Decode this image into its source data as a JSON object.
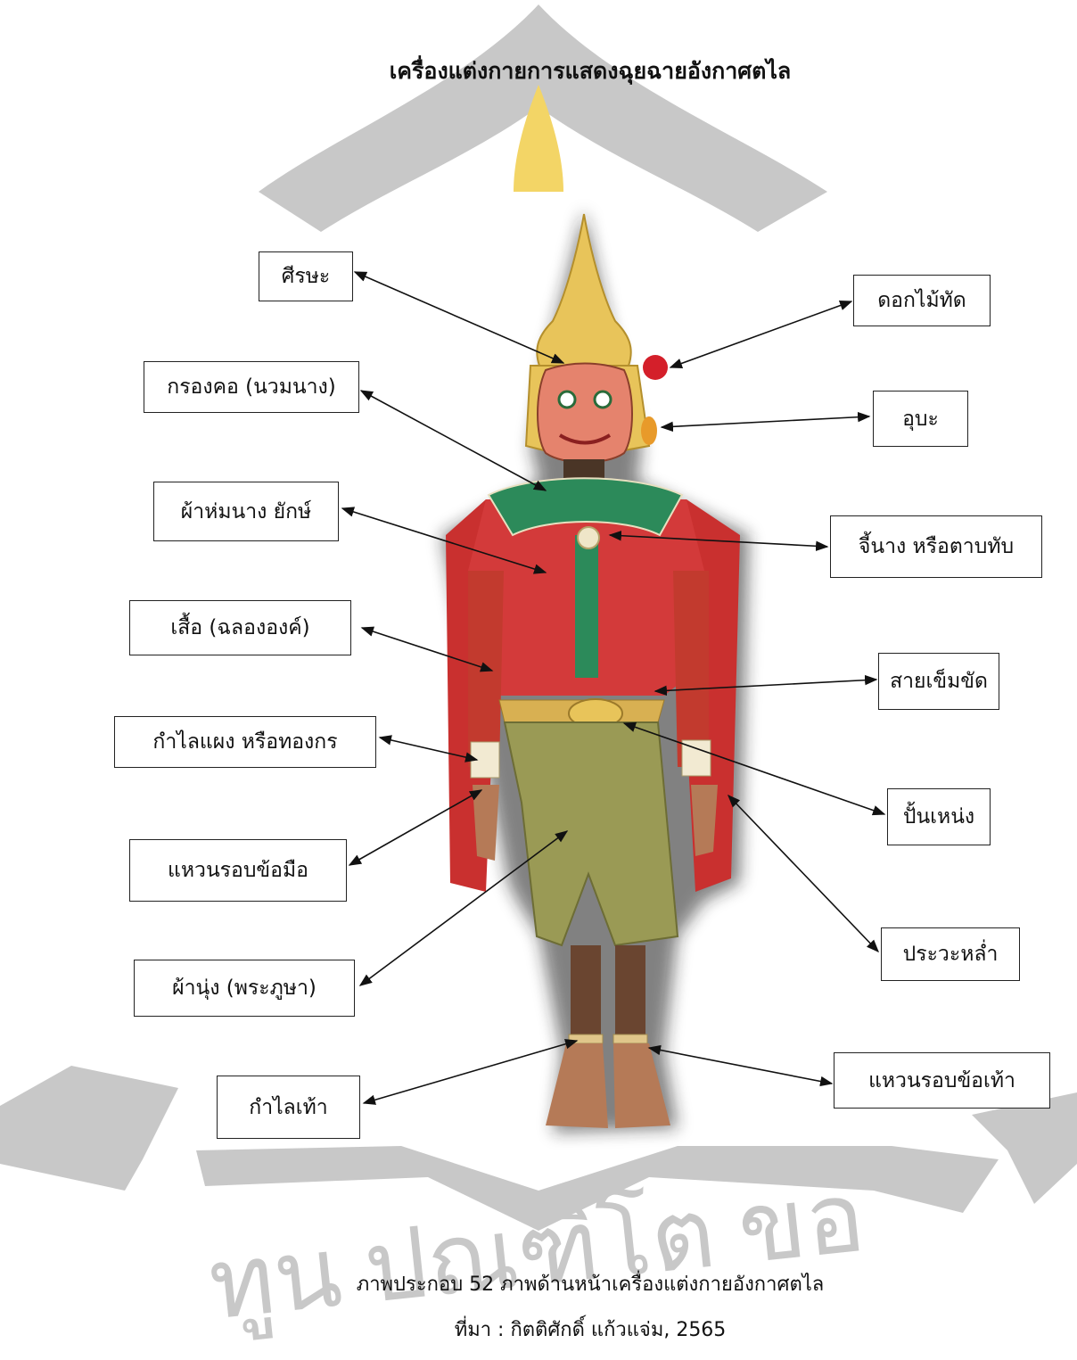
{
  "title": "เครื่องแต่งกายการแสดงฉุยฉายอังกาศตไล",
  "labels": {
    "left": [
      "ศีรษะ",
      "กรองคอ (นวมนาง)",
      "ผ้าห่มนาง ยักษ์",
      "เสื้อ (ฉลององค์)",
      "กำไลแผง หรือทองกร",
      "แหวนรอบข้อมือ",
      "ผ้านุ่ง (พระภูษา)",
      "กำไลเท้า"
    ],
    "right": [
      "ดอกไม้ทัด",
      "อุบะ",
      "จี้นาง หรือตาบทับ",
      "สายเข็มขัด",
      "ปั้นเหน่ง",
      "ประวะหล่ำ",
      "แหวนรอบข้อเท้า"
    ]
  },
  "caption": {
    "line1": "ภาพประกอบ 52 ภาพด้านหน้าเครื่องแต่งกายอังกาศตไล",
    "line2": "ที่มา : กิตติศักดิ์ แก้วแจ่ม, 2565"
  },
  "watermark": {
    "text": "ทูน ปณฑิโต ขอ",
    "color": "#c8c8c8",
    "flame_color": "#f3d566"
  },
  "colors": {
    "mask": "#e5836d",
    "crown": "#e8c45a",
    "robe_red": "#d33a3a",
    "collar_green": "#2c8a5a",
    "pants_olive": "#9a9a55",
    "skin": "#b57a57"
  }
}
